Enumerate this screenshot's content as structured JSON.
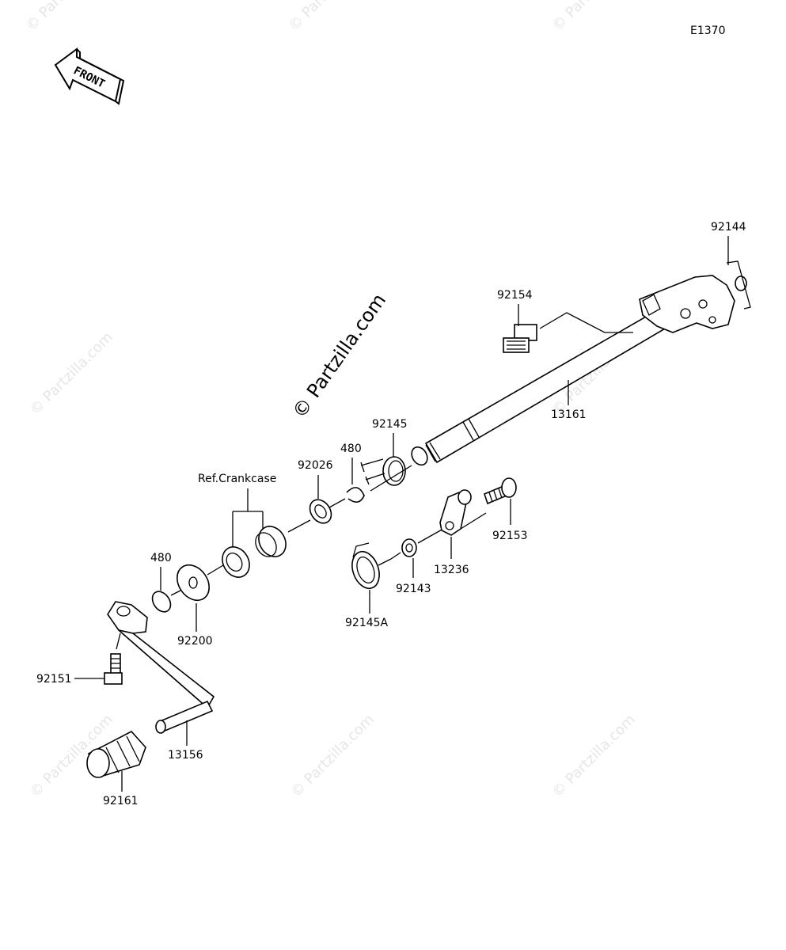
{
  "diagram_code": "E1370",
  "front_arrow_label": "FRONT",
  "watermark": "© Partzilla.com",
  "ref_label": "Ref.Crankcase",
  "parts": {
    "p92144": "92144",
    "p92154": "92154",
    "p13161": "13161",
    "p92145": "92145",
    "p480_top": "480",
    "p92026": "92026",
    "p92153": "92153",
    "p13236": "13236",
    "p92143": "92143",
    "p92145A": "92145A",
    "p480_left": "480",
    "p92200": "92200",
    "p92151": "92151",
    "p13156": "13156",
    "p92161": "92161"
  }
}
